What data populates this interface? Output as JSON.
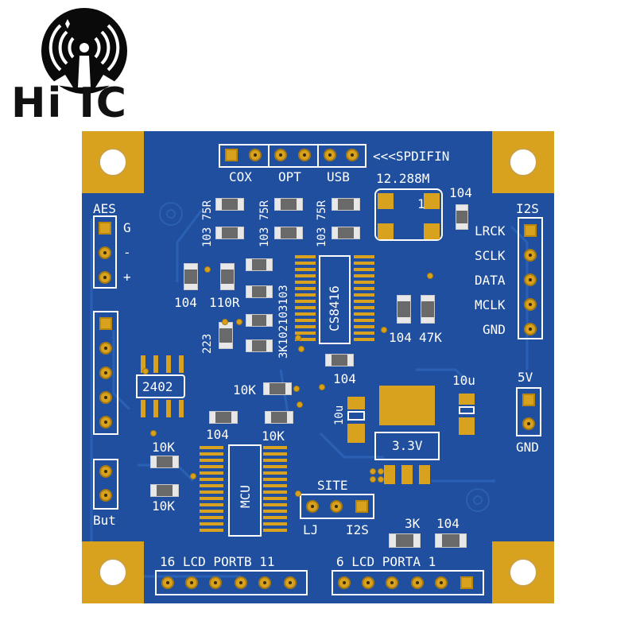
{
  "logo": {
    "text": "Hi IC"
  },
  "board": {
    "colors": {
      "pcb": "#1f4f9e",
      "gold": "#d9a21e",
      "silk": "#ffffff"
    },
    "spdif_header": {
      "labels": [
        "COX",
        "OPT",
        "USB"
      ],
      "arrow_label": "<<<SPDIFIN"
    },
    "crystal": {
      "label": "12.288M",
      "pin1": "1",
      "cap": "104"
    },
    "aes": {
      "title": "AES",
      "pins": [
        "G",
        "-",
        "+"
      ]
    },
    "i2s": {
      "title": "I2S",
      "pins": [
        "LRCK",
        "SCLK",
        "DATA",
        "MCLK",
        "GND"
      ]
    },
    "vertical_labels": {
      "r1": "103 75R",
      "r2": "103 75R",
      "r3": "103 75R",
      "cap223": "223",
      "res_stack": "3K102103103",
      "cs8416": "CS8416",
      "cap10u": "10u",
      "mcu": "MCU"
    },
    "parts": {
      "c104_left": "104",
      "r110": "110R",
      "c104_right": "104",
      "r47k": "47K",
      "c104_mid": "104",
      "eeprom": "2402",
      "r10k_a": "10K",
      "c104_b": "104",
      "r10k_b": "10K",
      "r10k_c": "10K",
      "r10k_d": "10K",
      "c10u_right": "10u",
      "reg": "3.3V",
      "r3k": "3K",
      "c104_c": "104"
    },
    "power": {
      "top": "5V",
      "bottom": "GND"
    },
    "but": {
      "label": "But"
    },
    "site": {
      "title": "SITE",
      "left": "LJ",
      "right": "I2S"
    },
    "portb": {
      "label": "16  LCD  PORTB  11"
    },
    "porta": {
      "label": "6  LCD  PORTA  1"
    }
  }
}
